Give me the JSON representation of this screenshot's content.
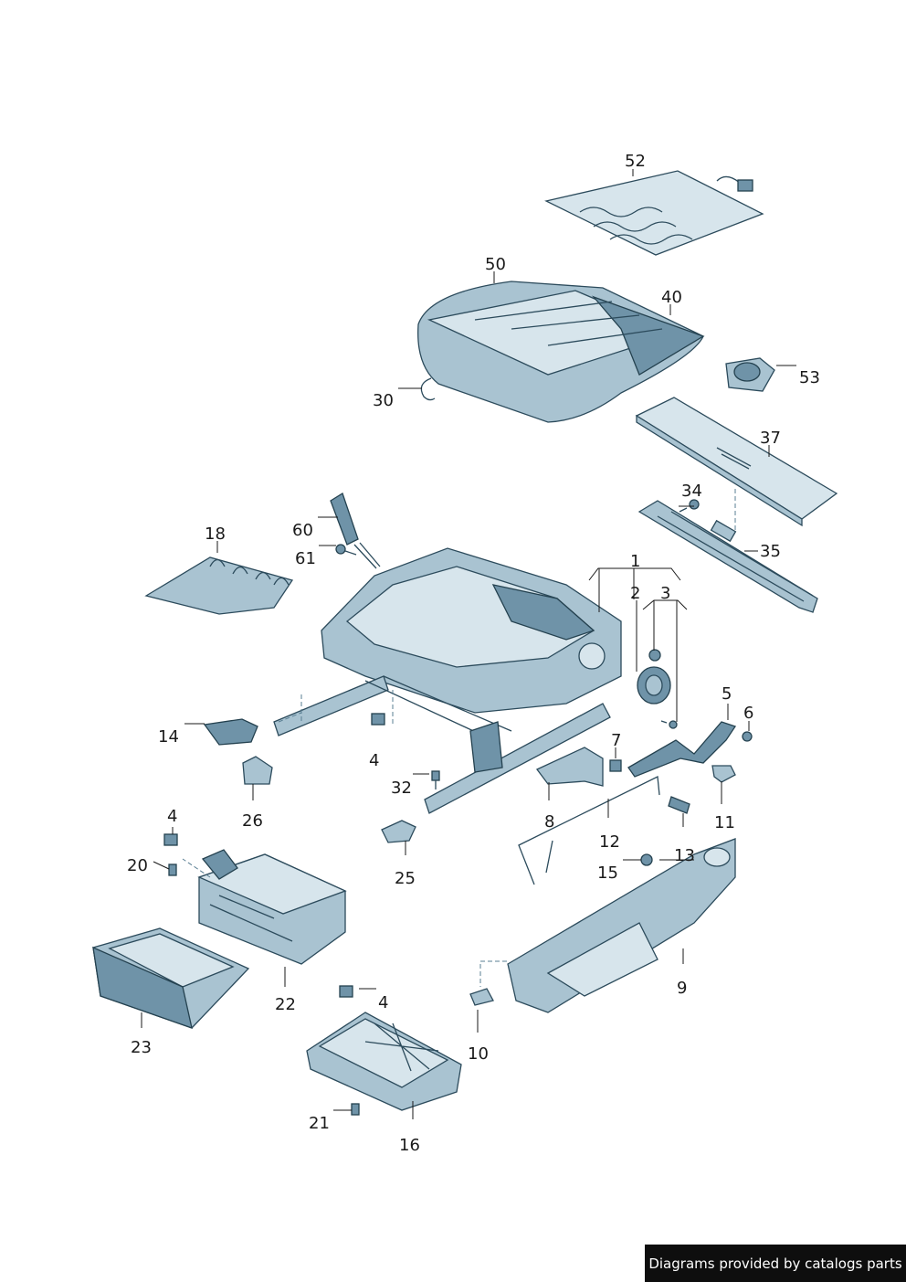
{
  "callouts": [
    "52",
    "50",
    "40",
    "53",
    "30",
    "37",
    "34",
    "35",
    "1",
    "2",
    "3",
    "18",
    "60",
    "61",
    "5",
    "6",
    "14",
    "4",
    "7",
    "32",
    "26",
    "8",
    "12",
    "11",
    "13",
    "15",
    "20",
    "25",
    "22",
    "9",
    "23",
    "10",
    "21",
    "16"
  ],
  "footer": "Diagrams provided by catalogs parts",
  "colors": {
    "part_fill": "#a9c3d1",
    "part_dark": "#6f93a8",
    "part_stroke": "#2c4b5c",
    "footer_bg": "#0e0e0e"
  }
}
